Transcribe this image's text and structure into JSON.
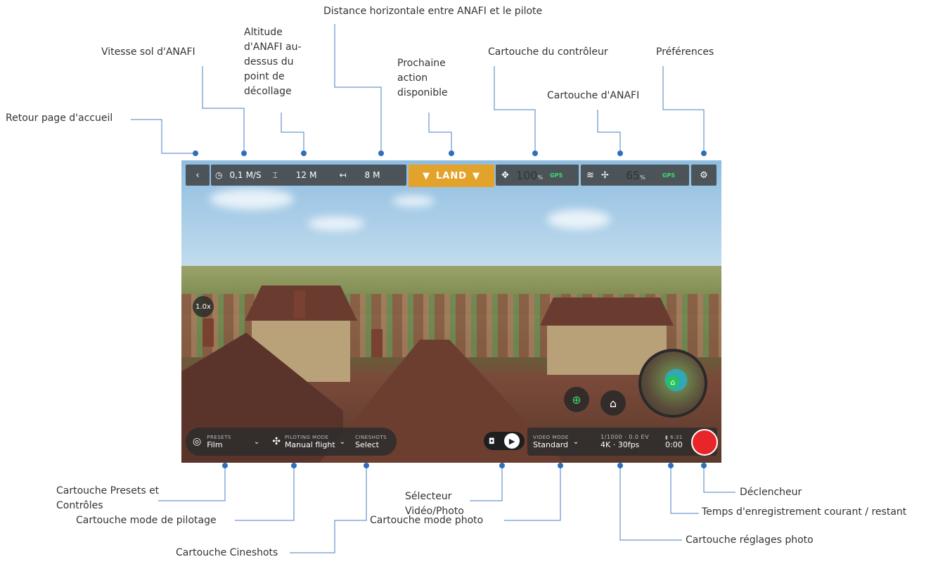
{
  "labels": {
    "retour": "Retour page d'accueil",
    "vitesse": "Vitesse sol d'ANAFI",
    "altitude": "Altitude d'ANAFI au-dessus du point de décollage",
    "distance": "Distance horizontale entre ANAFI et le pilote",
    "prochaine": "Prochaine action disponible",
    "controleur": "Cartouche du contrôleur",
    "anafi": "Cartouche d'ANAFI",
    "preferences": "Préférences",
    "presets": "Cartouche Presets et Contrôles",
    "pilotage": "Cartouche mode de pilotage",
    "cineshots": "Cartouche Cineshots",
    "selecteur": "Sélecteur Vidéo/Photo",
    "mode_photo": "Cartouche mode photo",
    "reglages": "Cartouche réglages photo",
    "temps": "Temps d'enregistrement courant / restant",
    "declencheur": "Déclencheur"
  },
  "topbar": {
    "speed": "0,1",
    "speed_unit": "M/S",
    "altitude": "12",
    "altitude_unit": "M",
    "distance": "8",
    "distance_unit": "M",
    "action": "LAND",
    "controller_battery": "100",
    "controller_gps": "GPS",
    "drone_battery": "65",
    "drone_gps": "GPS",
    "percent": "%"
  },
  "view": {
    "zoom": "1.0x"
  },
  "bottombar": {
    "presets_caption": "PRESETS",
    "presets_value": "Film",
    "piloting_caption": "PILOTING MODE",
    "piloting_value": "Manual flight",
    "cineshots_caption": "CINESHOTS",
    "cineshots_value": "Select",
    "video_mode_caption": "VIDEO MODE",
    "video_mode_value": "Standard",
    "exposure": "1/1000 · 0.0 EV",
    "resolution": "4K · 30fps",
    "remaining": "6:31",
    "current": "0:00"
  },
  "colors": {
    "accent": "#e3a32a",
    "gps": "#3ddc6a",
    "record": "#e8262a",
    "leader": "#2f6fb8"
  }
}
